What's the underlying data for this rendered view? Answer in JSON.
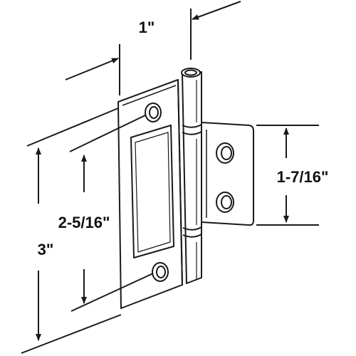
{
  "diagram": {
    "colors": {
      "line": "#1a1a1a",
      "fill": "#ffffff",
      "background": "#ffffff"
    },
    "dimensions": {
      "width_label": "1\"",
      "hinge_height_label": "3\"",
      "hole_spacing_label": "2-5/16\"",
      "leaf_height_label": "1-7/16\""
    },
    "parts": [
      "hinge-leaf-left",
      "hinge-knuckle",
      "hinge-leaf-right",
      "screw-hole"
    ]
  }
}
